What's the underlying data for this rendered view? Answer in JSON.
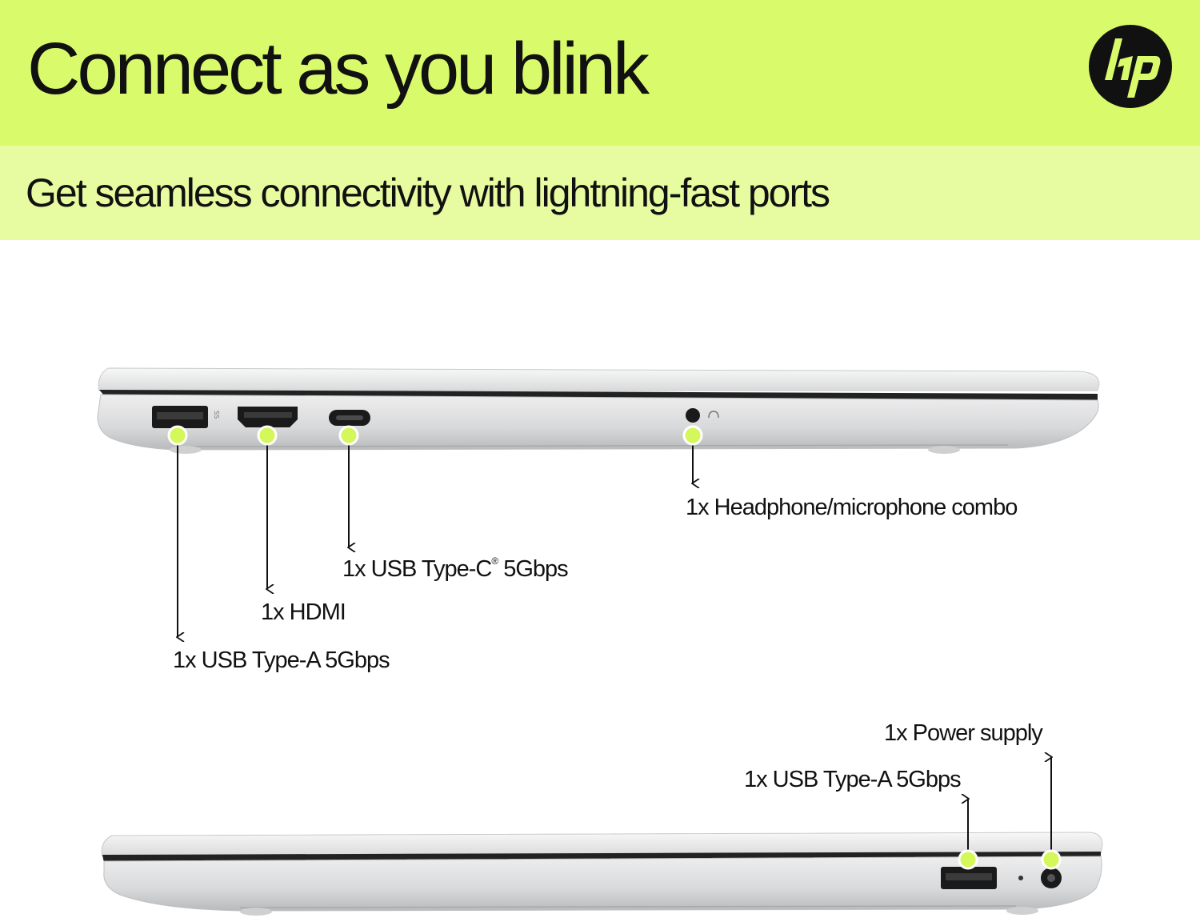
{
  "header": {
    "title": "Connect as you blink",
    "subtitle": "Get seamless connectivity with lightning-fast ports",
    "logo": {
      "icon": "hp-logo-icon",
      "text": "hp"
    }
  },
  "colors": {
    "banner": "#d9fb6b",
    "subbanner": "#e7fca0",
    "marker": "#d4f75a",
    "text": "#111111"
  },
  "ports": {
    "left_side": [
      {
        "label": "1x USB Type-A 5Gbps"
      },
      {
        "label": "1x HDMI"
      },
      {
        "label_main": "1x USB Type-C",
        "label_sup": "®",
        "label_tail": " 5Gbps"
      },
      {
        "label": "1x Headphone/microphone combo"
      }
    ],
    "right_side": [
      {
        "label": "1x USB Type-A 5Gbps"
      },
      {
        "label": "1x Power supply"
      }
    ]
  }
}
